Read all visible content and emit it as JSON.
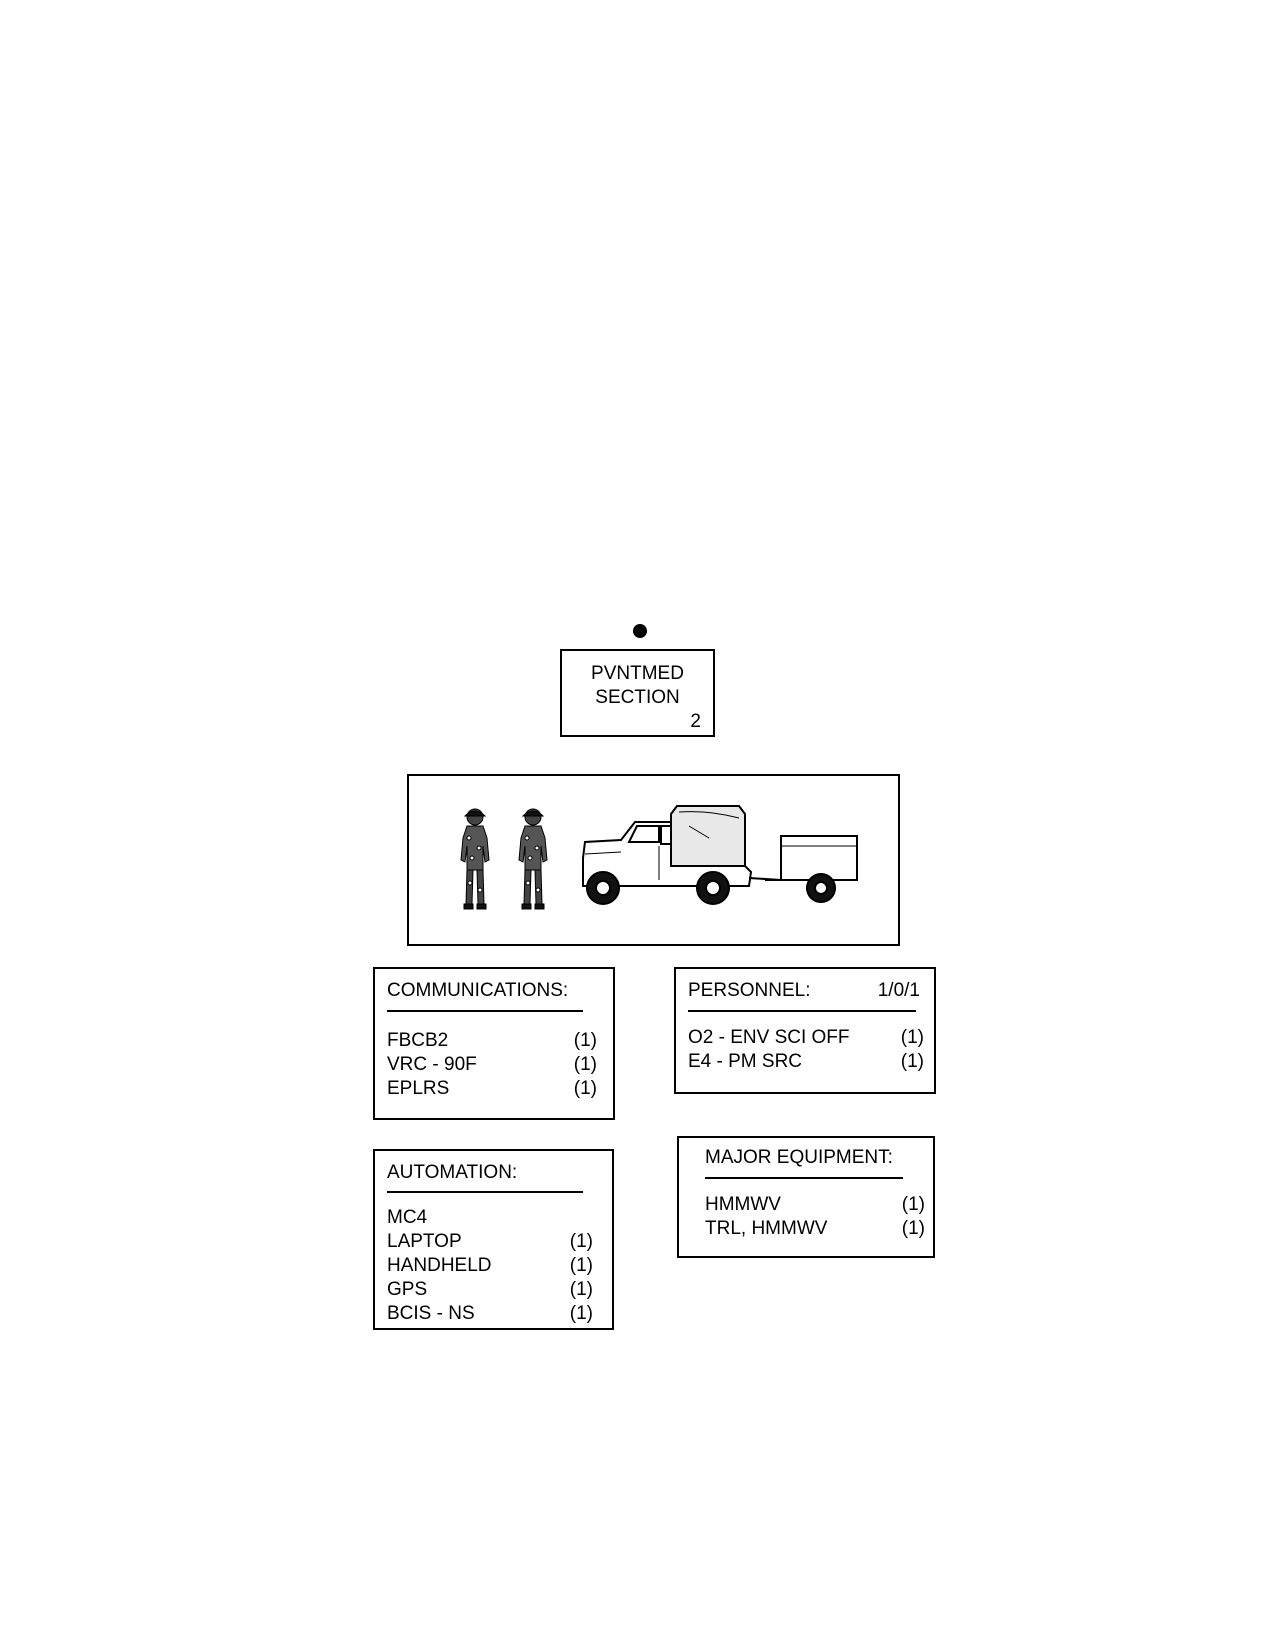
{
  "unit": {
    "line1": "PVNTMED",
    "line2": "SECTION",
    "number": "2"
  },
  "communications": {
    "title": "COMMUNICATIONS:",
    "items": [
      {
        "name": "FBCB2",
        "qty": "(1)"
      },
      {
        "name": "VRC - 90F",
        "qty": "(1)"
      },
      {
        "name": "EPLRS",
        "qty": "(1)"
      }
    ]
  },
  "personnel": {
    "title": "PERSONNEL:",
    "strength": "1/0/1",
    "items": [
      {
        "name": "O2 - ENV SCI OFF",
        "qty": "(1)"
      },
      {
        "name": "E4 - PM SRC",
        "qty": "(1)"
      }
    ]
  },
  "automation": {
    "title": "AUTOMATION:",
    "items": [
      {
        "name": "MC4",
        "qty": ""
      },
      {
        "name": "LAPTOP",
        "qty": "(1)"
      },
      {
        "name": "HANDHELD",
        "qty": "(1)"
      },
      {
        "name": "GPS",
        "qty": "(1)"
      },
      {
        "name": "BCIS - NS",
        "qty": "(1)"
      }
    ]
  },
  "major_equipment": {
    "title": "MAJOR EQUIPMENT:",
    "items": [
      {
        "name": "HMMWV",
        "qty": "(1)"
      },
      {
        "name": "TRL, HMMWV",
        "qty": "(1)"
      }
    ]
  },
  "illustration": {
    "icons": [
      "soldier-icon",
      "soldier-icon",
      "hmmwv-icon",
      "trailer-icon"
    ]
  }
}
